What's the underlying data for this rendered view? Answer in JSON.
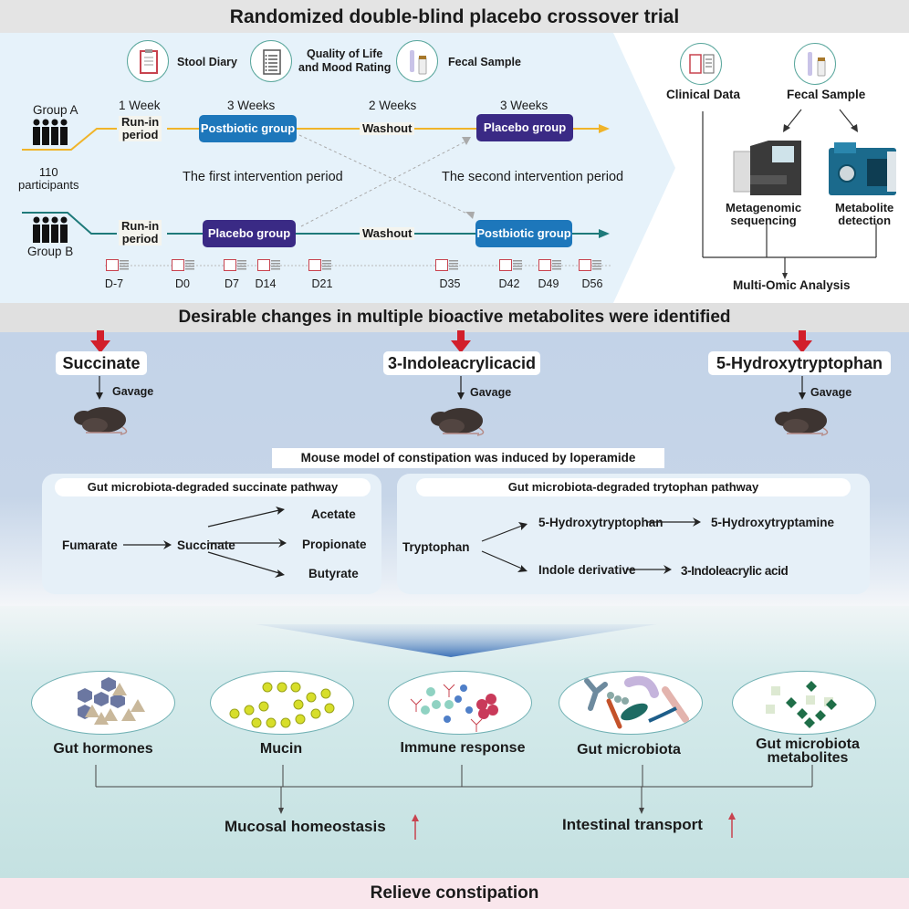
{
  "section1": {
    "title": "Randomized double-blind placebo crossover trial",
    "assessments": [
      {
        "icon": "clipboard-icon",
        "label": "Stool Diary"
      },
      {
        "icon": "checklist-icon",
        "label_line1": "Quality of Life",
        "label_line2": "and Mood Rating"
      },
      {
        "icon": "sample-tube-icon",
        "label": "Fecal Sample"
      }
    ],
    "participants": {
      "count": "110",
      "label": "participants"
    },
    "groups": {
      "a": {
        "label": "Group A",
        "color": "#f0b429"
      },
      "b": {
        "label": "Group B",
        "color": "#1e7a7a"
      }
    },
    "durations": [
      "1 Week",
      "3 Weeks",
      "2 Weeks",
      "3 Weeks"
    ],
    "run_in": {
      "line1": "Run-in",
      "line2": "period"
    },
    "washout": "Washout",
    "postbiotic_label": "Postbiotic group",
    "placebo_label": "Placebo group",
    "first_period": "The first intervention period",
    "second_period": "The second intervention period",
    "days": [
      "D-7",
      "D0",
      "D7",
      "D14",
      "D21",
      "D35",
      "D42",
      "D49",
      "D56"
    ],
    "analysis": {
      "clinical": "Clinical Data",
      "fecal": "Fecal Sample",
      "metagenomic_line1": "Metagenomic",
      "metagenomic_line2": "sequencing",
      "metabolite_line1": "Metabolite",
      "metabolite_line2": "detection",
      "multi_omic": "Multi-Omic Analysis"
    },
    "colors": {
      "postbiotic": "#1d77bb",
      "placebo": "#3a2a85"
    }
  },
  "section2": {
    "title": "Desirable changes in multiple bioactive metabolites were identified",
    "metabolites": [
      "Succinate",
      "3-Indoleacrylicacid",
      "5-Hydroxytryptophan"
    ],
    "gavage": "Gavage",
    "mouse_model": "Mouse model of constipation was induced by loperamide",
    "succinate_pathway": {
      "title": "Gut microbiota-degraded succinate pathway",
      "source": "Fumarate",
      "intermediate": "Succinate",
      "products": [
        "Acetate",
        "Propionate",
        "Butyrate"
      ]
    },
    "tryptophan_pathway": {
      "title": "Gut microbiota-degraded trytophan pathway",
      "source": "Tryptophan",
      "branch1": "5-Hydroxytryptophan",
      "branch1_product": "5-Hydroxytryptamine",
      "branch2": "Indole derivative",
      "branch2_product": "3-Indoleacrylic acid"
    }
  },
  "section3": {
    "outcomes": [
      {
        "label": "Gut hormones"
      },
      {
        "label": "Mucin"
      },
      {
        "label": "Immune response"
      },
      {
        "label": "Gut microbiota"
      },
      {
        "label_line1": "Gut microbiota",
        "label_line2": "metabolites"
      }
    ],
    "results": [
      "Mucosal homeostasis",
      "Intestinal transport"
    ],
    "conclusion": "Relieve constipation"
  }
}
